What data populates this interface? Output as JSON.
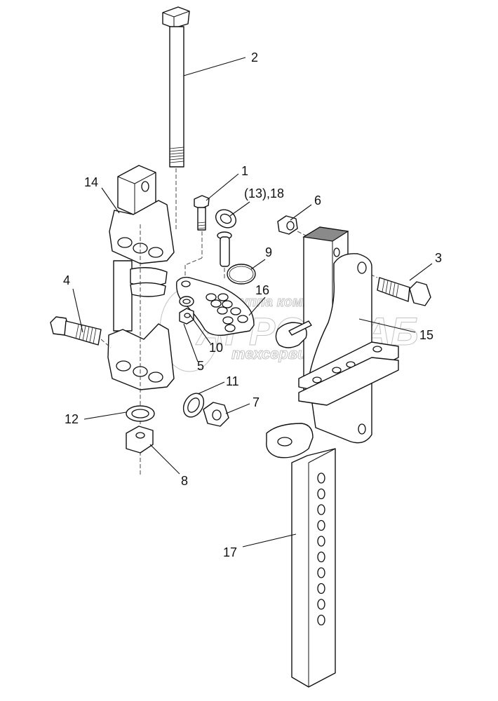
{
  "diagram": {
    "type": "exploded-parts-view",
    "callouts": [
      {
        "id": "1",
        "label": "1",
        "part": "bolt-small"
      },
      {
        "id": "2",
        "label": "2",
        "part": "long-bolt"
      },
      {
        "id": "3",
        "label": "3",
        "part": "bolt-right"
      },
      {
        "id": "4",
        "label": "4",
        "part": "bolt-left"
      },
      {
        "id": "5",
        "label": "5",
        "part": "nut-small"
      },
      {
        "id": "6",
        "label": "6",
        "part": "nut-top"
      },
      {
        "id": "7",
        "label": "7",
        "part": "nut-lower"
      },
      {
        "id": "8",
        "label": "8",
        "part": "nut-bottom"
      },
      {
        "id": "9",
        "label": "9",
        "part": "snap-ring"
      },
      {
        "id": "10",
        "label": "10",
        "part": "lock-washer-small"
      },
      {
        "id": "11",
        "label": "11",
        "part": "lock-washer"
      },
      {
        "id": "12",
        "label": "12",
        "part": "spring-washer"
      },
      {
        "id": "13_18",
        "label": "(13),18",
        "part": "ring-pin"
      },
      {
        "id": "14",
        "label": "14",
        "part": "bracket-left"
      },
      {
        "id": "15",
        "label": "15",
        "part": "bracket-right"
      },
      {
        "id": "16",
        "label": "16",
        "part": "hole-plate"
      },
      {
        "id": "17",
        "label": "17",
        "part": "adjustable-bar"
      }
    ],
    "slot_bar_hole_count": 10
  },
  "watermark": {
    "line1": "группа компаний",
    "line2": "АГРОСНАБ",
    "line3": "техсервис"
  }
}
